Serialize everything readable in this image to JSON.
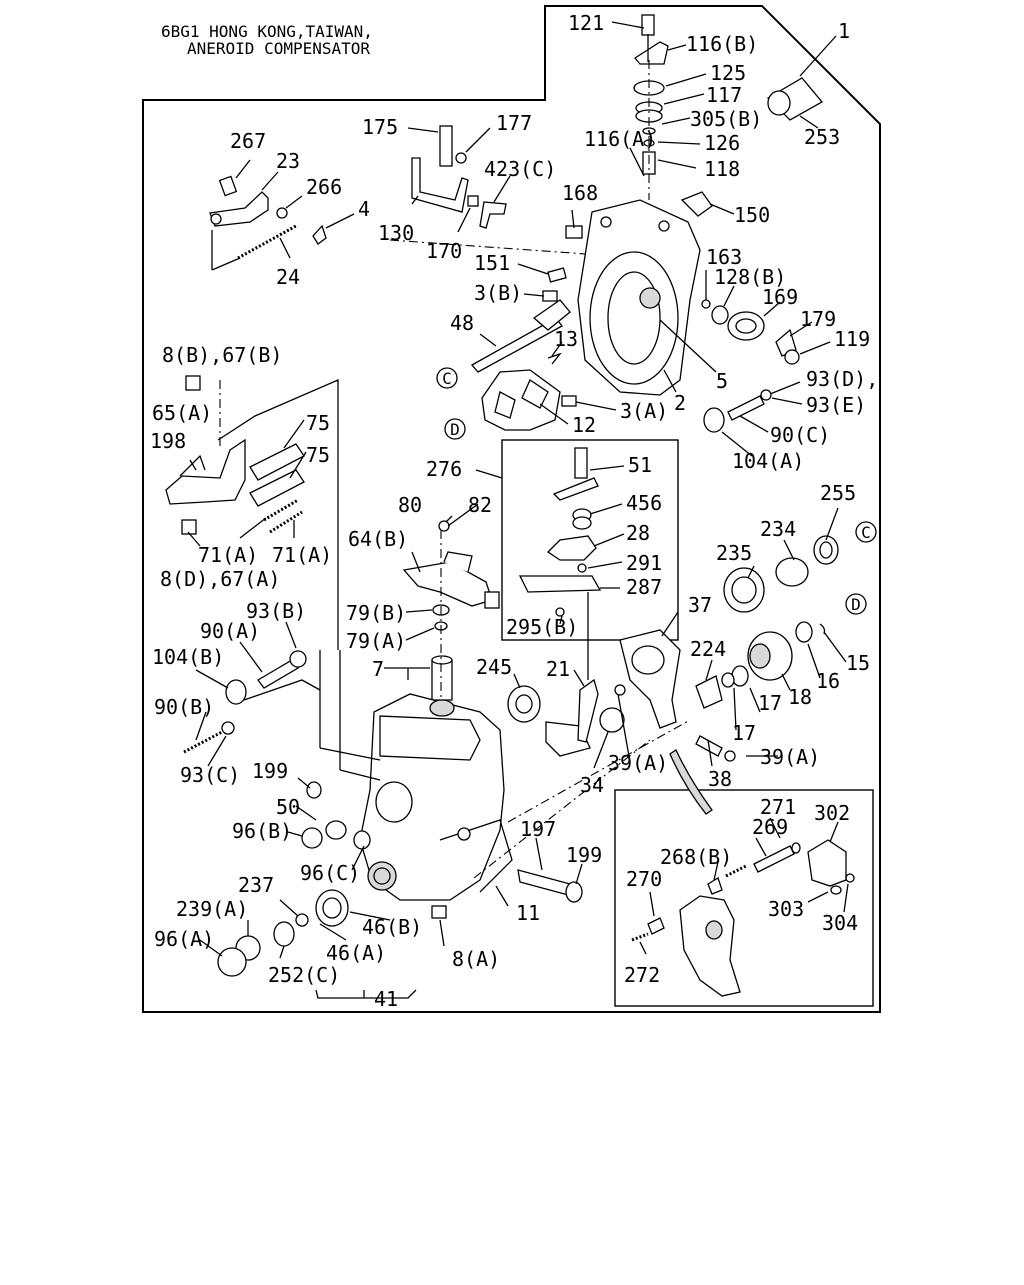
{
  "title": {
    "line1": "6BG1 HONG KONG,TAIWAN,",
    "line2": "ANEROID COMPENSATOR"
  },
  "callouts": [
    {
      "id": "p121",
      "text": "121"
    },
    {
      "id": "p116b",
      "text": "116(B)"
    },
    {
      "id": "p1",
      "text": "1"
    },
    {
      "id": "p125",
      "text": "125"
    },
    {
      "id": "p117",
      "text": "117"
    },
    {
      "id": "p305b",
      "text": "305(B)"
    },
    {
      "id": "p253",
      "text": "253"
    },
    {
      "id": "p116a",
      "text": "116(A)"
    },
    {
      "id": "p126",
      "text": "126"
    },
    {
      "id": "p118",
      "text": "118"
    },
    {
      "id": "p267",
      "text": "267"
    },
    {
      "id": "p175",
      "text": "175"
    },
    {
      "id": "p177",
      "text": "177"
    },
    {
      "id": "p23",
      "text": "23"
    },
    {
      "id": "p266",
      "text": "266"
    },
    {
      "id": "p423c",
      "text": "423(C)"
    },
    {
      "id": "p168",
      "text": "168"
    },
    {
      "id": "p150",
      "text": "150"
    },
    {
      "id": "p4",
      "text": "4"
    },
    {
      "id": "p130",
      "text": "130"
    },
    {
      "id": "p170",
      "text": "170"
    },
    {
      "id": "p24",
      "text": "24"
    },
    {
      "id": "p151",
      "text": "151"
    },
    {
      "id": "p163",
      "text": "163"
    },
    {
      "id": "p128b",
      "text": "128(B)"
    },
    {
      "id": "p3b",
      "text": "3(B)"
    },
    {
      "id": "p169",
      "text": "169"
    },
    {
      "id": "p48",
      "text": "48"
    },
    {
      "id": "p179",
      "text": "179"
    },
    {
      "id": "p119",
      "text": "119"
    },
    {
      "id": "p13",
      "text": "13"
    },
    {
      "id": "p8b67b",
      "text": "8(B),67(B)"
    },
    {
      "id": "p5",
      "text": "5"
    },
    {
      "id": "p93d",
      "text": "93(D),"
    },
    {
      "id": "p2",
      "text": "2"
    },
    {
      "id": "p93e",
      "text": "93(E)"
    },
    {
      "id": "p65a",
      "text": "65(A)"
    },
    {
      "id": "p3a",
      "text": "3(A)"
    },
    {
      "id": "p12",
      "text": "12"
    },
    {
      "id": "p75a",
      "text": "75"
    },
    {
      "id": "p90c",
      "text": "90(C)"
    },
    {
      "id": "p198",
      "text": "198"
    },
    {
      "id": "p75b",
      "text": "75"
    },
    {
      "id": "p104a",
      "text": "104(A)"
    },
    {
      "id": "p276",
      "text": "276"
    },
    {
      "id": "p51",
      "text": "51"
    },
    {
      "id": "p255",
      "text": "255"
    },
    {
      "id": "p80",
      "text": "80"
    },
    {
      "id": "p82",
      "text": "82"
    },
    {
      "id": "p456",
      "text": "456"
    },
    {
      "id": "p234",
      "text": "234"
    },
    {
      "id": "p64b",
      "text": "64(B)"
    },
    {
      "id": "p28",
      "text": "28"
    },
    {
      "id": "p71a1",
      "text": "71(A)"
    },
    {
      "id": "p71a2",
      "text": "71(A)"
    },
    {
      "id": "p235",
      "text": "235"
    },
    {
      "id": "p8d67a",
      "text": "8(D),67(A)"
    },
    {
      "id": "p291",
      "text": "291"
    },
    {
      "id": "p287",
      "text": "287"
    },
    {
      "id": "p93b",
      "text": "93(B)"
    },
    {
      "id": "p37",
      "text": "37"
    },
    {
      "id": "p79b",
      "text": "79(B)"
    },
    {
      "id": "p295b",
      "text": "295(B)"
    },
    {
      "id": "p90a",
      "text": "90(A)"
    },
    {
      "id": "p79a",
      "text": "79(A)"
    },
    {
      "id": "p15",
      "text": "15"
    },
    {
      "id": "p104b",
      "text": "104(B)"
    },
    {
      "id": "p224",
      "text": "224"
    },
    {
      "id": "p7",
      "text": "7"
    },
    {
      "id": "p245",
      "text": "245"
    },
    {
      "id": "p21",
      "text": "21"
    },
    {
      "id": "p16",
      "text": "16"
    },
    {
      "id": "p18",
      "text": "18"
    },
    {
      "id": "p90b",
      "text": "90(B)"
    },
    {
      "id": "p17a",
      "text": "17"
    },
    {
      "id": "p17b",
      "text": "17"
    },
    {
      "id": "p39a1",
      "text": "39(A)"
    },
    {
      "id": "p39a2",
      "text": "39(A)"
    },
    {
      "id": "p93c",
      "text": "93(C)"
    },
    {
      "id": "p199a",
      "text": "199"
    },
    {
      "id": "p34",
      "text": "34"
    },
    {
      "id": "p38",
      "text": "38"
    },
    {
      "id": "p50",
      "text": "50"
    },
    {
      "id": "p271",
      "text": "271"
    },
    {
      "id": "p302",
      "text": "302"
    },
    {
      "id": "p96b",
      "text": "96(B)"
    },
    {
      "id": "p197",
      "text": "197"
    },
    {
      "id": "p269",
      "text": "269"
    },
    {
      "id": "p199b",
      "text": "199"
    },
    {
      "id": "p96c",
      "text": "96(C)"
    },
    {
      "id": "p268b",
      "text": "268(B)"
    },
    {
      "id": "p237",
      "text": "237"
    },
    {
      "id": "p270",
      "text": "270"
    },
    {
      "id": "p239a",
      "text": "239(A)"
    },
    {
      "id": "p46b",
      "text": "46(B)"
    },
    {
      "id": "p11",
      "text": "11"
    },
    {
      "id": "p303",
      "text": "303"
    },
    {
      "id": "p304",
      "text": "304"
    },
    {
      "id": "p96a",
      "text": "96(A)"
    },
    {
      "id": "p46a",
      "text": "46(A)"
    },
    {
      "id": "p8a",
      "text": "8(A)"
    },
    {
      "id": "p252c",
      "text": "252(C)"
    },
    {
      "id": "p272",
      "text": "272"
    },
    {
      "id": "p41",
      "text": "41"
    }
  ],
  "refs": [
    {
      "id": "refC1",
      "text": "C"
    },
    {
      "id": "refD1",
      "text": "D"
    },
    {
      "id": "refC2",
      "text": "C"
    },
    {
      "id": "refD2",
      "text": "D"
    }
  ]
}
